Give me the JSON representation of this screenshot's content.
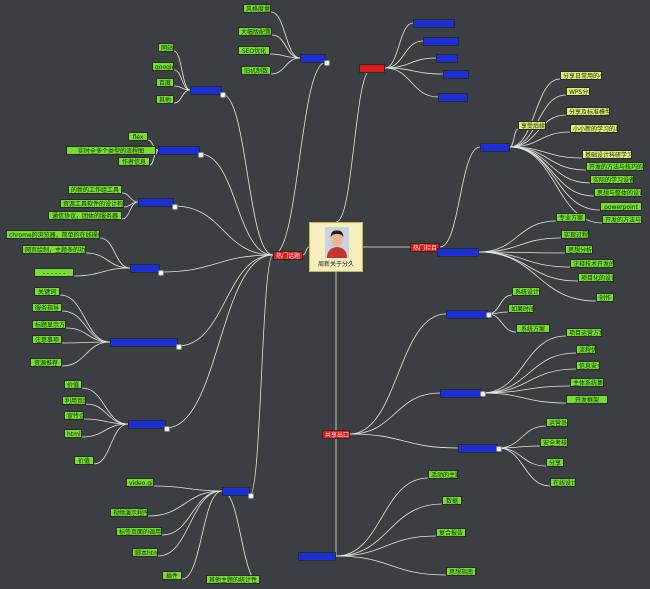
{
  "center": {
    "label": "周新关于分久",
    "avatar_icon": "person-portrait-icon"
  },
  "hubs": [
    {
      "kind": "red",
      "label": "热门话题"
    },
    {
      "kind": "red",
      "label": ""
    },
    {
      "kind": "red",
      "label": "热门栏目"
    },
    {
      "kind": "red",
      "label": "共享出口"
    }
  ],
  "branches": [
    {
      "kind": "blue",
      "label": ""
    },
    {
      "kind": "blue",
      "label": ""
    },
    {
      "kind": "blue",
      "label": ""
    },
    {
      "kind": "blue",
      "label": ""
    },
    {
      "kind": "blue",
      "label": ""
    },
    {
      "kind": "blue",
      "label": ""
    },
    {
      "kind": "blue",
      "label": ""
    },
    {
      "kind": "blue",
      "label": ""
    },
    {
      "kind": "blue",
      "label": ""
    },
    {
      "kind": "blue",
      "label": ""
    },
    {
      "kind": "blue",
      "label": ""
    },
    {
      "kind": "blue",
      "label": ""
    },
    {
      "kind": "blue",
      "label": ""
    },
    {
      "kind": "blue",
      "label": ""
    },
    {
      "kind": "blue",
      "label": ""
    },
    {
      "kind": "blue",
      "label": ""
    },
    {
      "kind": "blue",
      "label": ""
    },
    {
      "kind": "blue",
      "label": ""
    },
    {
      "kind": "blue",
      "label": ""
    }
  ],
  "leaves": [
    {
      "kind": "leaf",
      "label": "风格度量"
    },
    {
      "kind": "leaf",
      "label": "大幅版配置"
    },
    {
      "kind": "leaf",
      "label": "SEO优化"
    },
    {
      "kind": "leaf",
      "label": "旧机制数"
    },
    {
      "kind": "leaf",
      "label": "网站"
    },
    {
      "kind": "leaf",
      "label": "google"
    },
    {
      "kind": "leaf",
      "label": "百度"
    },
    {
      "kind": "leaf",
      "label": "其他"
    },
    {
      "kind": "leaf",
      "label": "flex"
    },
    {
      "kind": "leaf",
      "label": "实时全多个类型的流程图"
    },
    {
      "kind": "leaf",
      "label": "作者信息"
    },
    {
      "kind": "leaf",
      "label": "的新的工作组工具"
    },
    {
      "kind": "leaf",
      "label": "资源工具软件的设计构成"
    },
    {
      "kind": "leaf",
      "label": "通信协议，团体的服务器"
    },
    {
      "kind": "leaf",
      "label": "chrome的浏览器，简单的在线操作性强"
    },
    {
      "kind": "leaf",
      "label": "网页绘制，主题多的功能"
    },
    {
      "kind": "leaf",
      "label": "- - - - - -"
    },
    {
      "kind": "leaf",
      "label": "关键词"
    },
    {
      "kind": "leaf",
      "label": "服务指导"
    },
    {
      "kind": "leaf",
      "label": "标题显示方式"
    },
    {
      "kind": "leaf",
      "label": "注意事项"
    },
    {
      "kind": "leaf",
      "label": "资源推荐"
    },
    {
      "kind": "leaf",
      "label": "价值"
    },
    {
      "kind": "leaf",
      "label": "利用页面"
    },
    {
      "kind": "leaf",
      "label": "宣传企"
    },
    {
      "kind": "leaf",
      "label": "html"
    },
    {
      "kind": "leaf",
      "label": "价值"
    },
    {
      "kind": "leaf",
      "label": "video.gif"
    },
    {
      "kind": "leaf",
      "label": "视频演示程序的"
    },
    {
      "kind": "leaf",
      "label": "标签页面的调用显示"
    },
    {
      "kind": "leaf",
      "label": "脚本html"
    },
    {
      "kind": "leaf",
      "label": "插件"
    },
    {
      "kind": "leaf",
      "label": "其他主题的统计性"
    },
    {
      "kind": "light",
      "label": "分享日常用的小工具"
    },
    {
      "kind": "light",
      "label": "WPS分析"
    },
    {
      "kind": "light",
      "label": "分享及标准模型图"
    },
    {
      "kind": "light",
      "label": "小小新的学习的系统"
    },
    {
      "kind": "light",
      "label": "享受后续教程"
    },
    {
      "kind": "light",
      "label": "基础设计科研学习工作"
    },
    {
      "kind": "leaf",
      "label": "开发的方法与技巧的设计"
    },
    {
      "kind": "leaf",
      "label": "实际的学习设备"
    },
    {
      "kind": "leaf",
      "label": "思想与整体的设计与思维"
    },
    {
      "kind": "leaf",
      "label": "powerpoint"
    },
    {
      "kind": "leaf",
      "label": "开发的方法与设计"
    },
    {
      "kind": "leaf",
      "label": "专业方案"
    },
    {
      "kind": "leaf",
      "label": "实现过程"
    },
    {
      "kind": "leaf",
      "label": "思想分析"
    },
    {
      "kind": "leaf",
      "label": "注释技术开发的方法"
    },
    {
      "kind": "leaf",
      "label": "项目化的设计"
    },
    {
      "kind": "leaf",
      "label": "创作"
    },
    {
      "kind": "leaf",
      "label": "系统设计"
    },
    {
      "kind": "leaf",
      "label": "如果时间长了"
    },
    {
      "kind": "leaf",
      "label": "系统方案"
    },
    {
      "kind": "leaf",
      "label": "项目运营方案"
    },
    {
      "kind": "leaf",
      "label": "流程优化"
    },
    {
      "kind": "leaf",
      "label": "信息安全"
    },
    {
      "kind": "leaf",
      "label": "主体系统集成"
    },
    {
      "kind": "leaf",
      "label": "开发框架"
    },
    {
      "kind": "leaf",
      "label": "运营员"
    },
    {
      "kind": "leaf",
      "label": "安全考核"
    },
    {
      "kind": "leaf",
      "label": "分享"
    },
    {
      "kind": "leaf",
      "label": "在线设计"
    },
    {
      "kind": "leaf",
      "label": "活动的主题"
    },
    {
      "kind": "leaf",
      "label": "数据"
    },
    {
      "kind": "leaf",
      "label": "复合报告"
    },
    {
      "kind": "leaf",
      "label": "思想指南"
    }
  ]
}
